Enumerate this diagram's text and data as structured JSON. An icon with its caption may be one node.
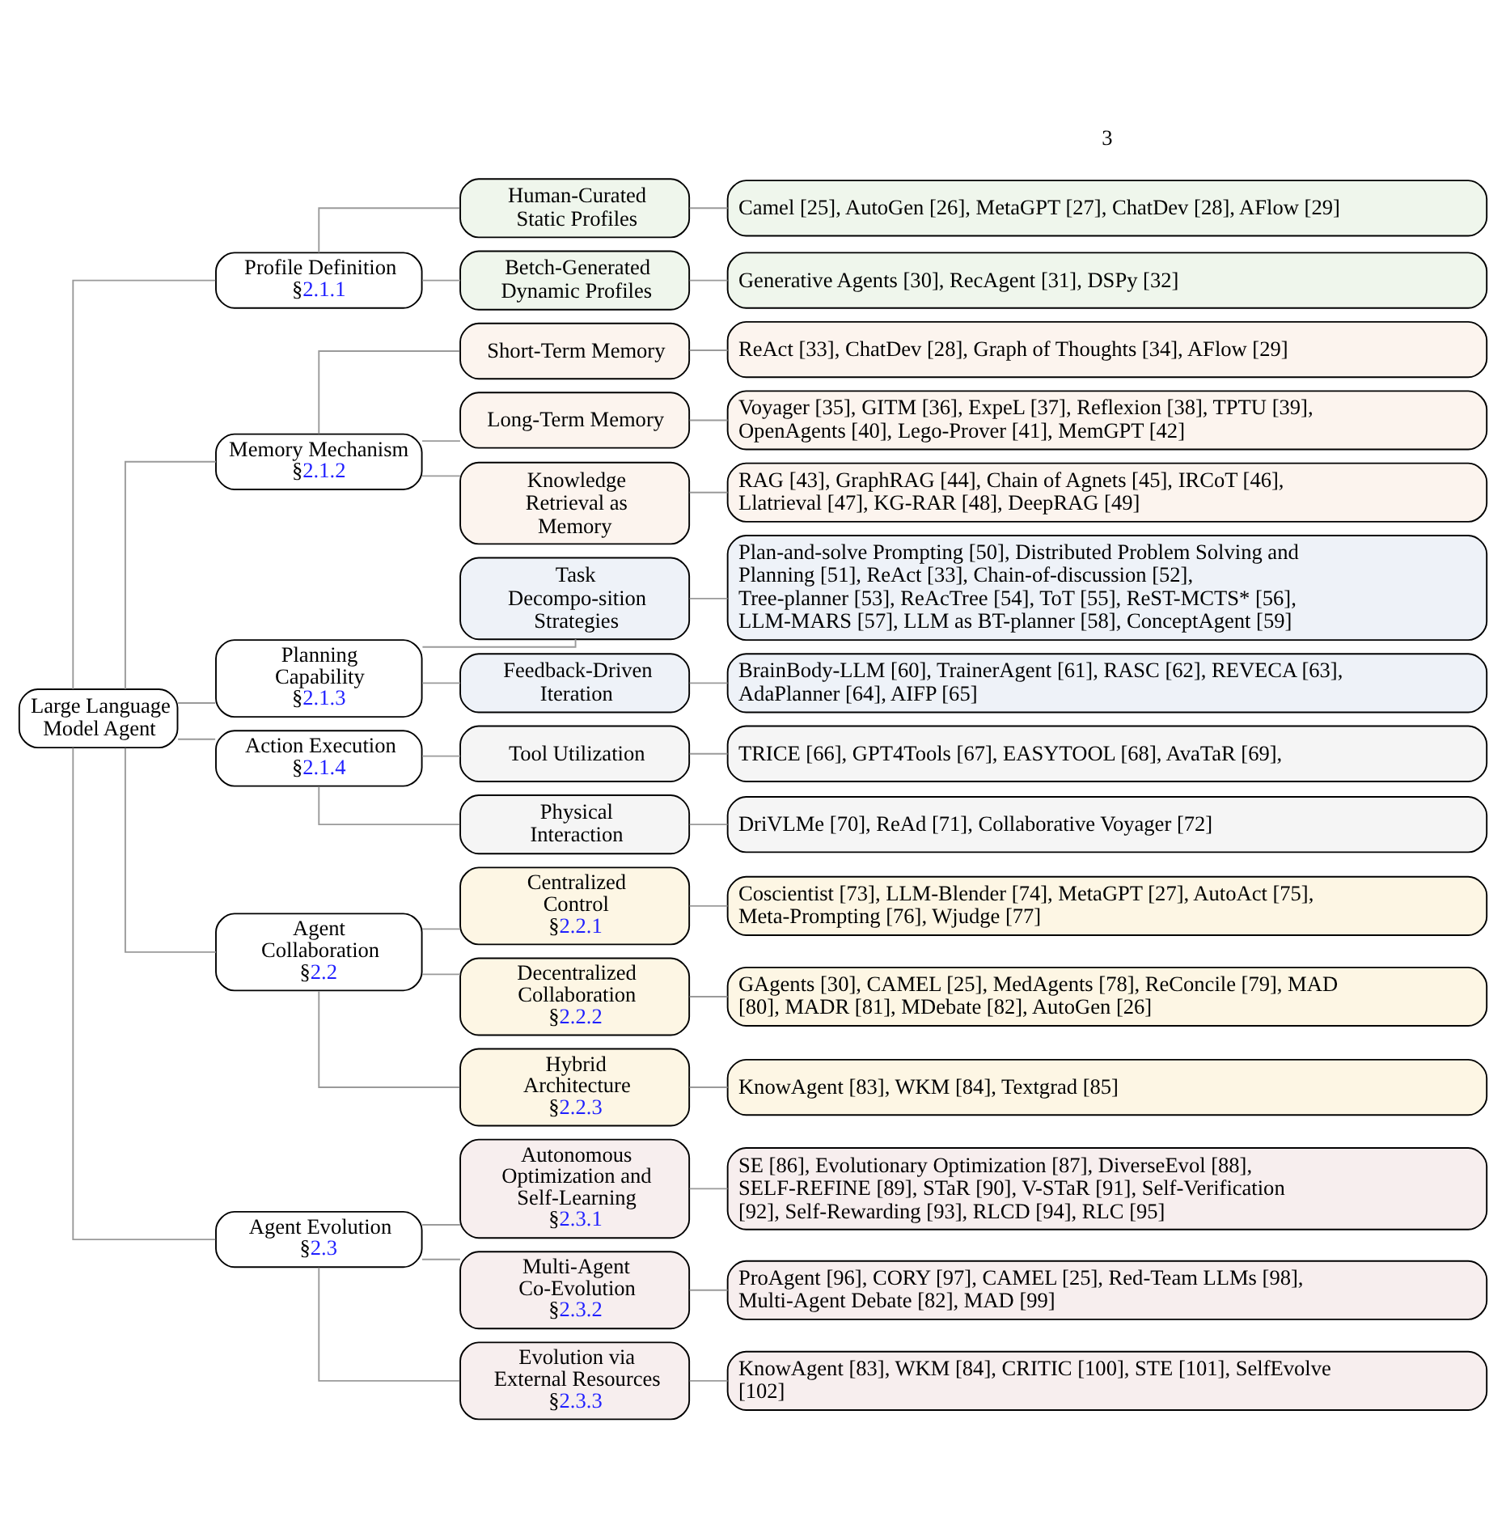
{
  "diagram": {
    "nodes": [
      {
        "text": [
          "Large Language Model Agent"
        ]
      },
      {
        "text": [
          "Profile Definition",
          "§2.1.1"
        ]
      },
      {
        "text": [
          "Human-Curated Static Profiles"
        ]
      },
      {
        "text": [
          "Camel [25], AutoGen [26], MetaGPT [27], ChatDev [28], AFlow [29]"
        ]
      },
      {
        "text": [
          "Betch-Generated Dynamic Profiles"
        ]
      },
      {
        "text": [
          "Generative Agents [30], RecAgent [31], DSPy [32]"
        ]
      },
      {
        "text": [
          "Memory Mechanism",
          "§2.1.2"
        ]
      },
      {
        "text": [
          "Short-Term Memory"
        ]
      },
      {
        "text": [
          "ReAct [33], ChatDev [28], Graph of Thoughts [34], AFlow [29]"
        ]
      },
      {
        "text": [
          "Long-Term Memory"
        ]
      },
      {
        "text": [
          "Voyager [35], GITM [36], ExpeL [37], Reflexion [38], TPTU [39], OpenAgents [40], Lego-Prover [41], MemGPT [42]"
        ]
      },
      {
        "text": [
          "Knowledge Retrieval as Memory"
        ]
      },
      {
        "text": [
          "RAG [43], GraphRAG [44], Chain of Agnets [45], IRCoT [46], Llatrieval [47], KG-RAR [48], DeepRAG [49]"
        ]
      },
      {
        "text": [
          "Planning Capability",
          "§2.1.3"
        ]
      },
      {
        "text": [
          "Task Decompo-sition Strategies"
        ]
      },
      {
        "text": [
          "Plan-and-solve Prompting [50], Distributed Problem Solving and Planning [51], ReAct [33], Chain-of-discussion [52], Tree-planner [53], ReAcTree [54], ToT [55], ReST-MCTS* [56], LLM-MARS [57], LLM as BT-planner [58], ConceptAgent [59]"
        ]
      },
      {
        "text": [
          "Feedback-Driven Iteration"
        ]
      },
      {
        "text": [
          "BrainBody-LLM [60], TrainerAgent [61], RASC [62], REVECA [63], AdaPlanner [64], AIFP [65]"
        ]
      },
      {
        "text": [
          "Action Execution",
          "§2.1.4"
        ]
      },
      {
        "text": [
          "Tool Utilization"
        ]
      },
      {
        "text": [
          "TRICE [66], GPT4Tools [67], EASYTOOL [68], AvaTaR [69],"
        ]
      },
      {
        "text": [
          "Physical Interaction"
        ]
      },
      {
        "text": [
          "DriVLMe [70], ReAd [71], Collaborative Voyager [72]"
        ]
      },
      {
        "text": [
          "Agent Collaboration",
          "§2.2"
        ]
      },
      {
        "text": [
          "Centralized Control",
          "§2.2.1"
        ]
      },
      {
        "text": [
          "Coscientist [73], LLM-Blender [74], MetaGPT [27], AutoAct [75], Meta-Prompting [76], Wjudge [77]"
        ]
      },
      {
        "text": [
          "Decentralized Collaboration",
          "§2.2.2"
        ]
      },
      {
        "text": [
          "GAgents [30], CAMEL [25], MedAgents [78], ReConcile [79], MAD [80], MADR [81], MDebate [82], AutoGen [26]"
        ]
      },
      {
        "text": [
          "Hybrid Architecture",
          "§2.2.3"
        ]
      },
      {
        "text": [
          "KnowAgent [83], WKM [84], Textgrad [85]"
        ]
      },
      {
        "text": [
          "Agent Evolution",
          "§2.3"
        ]
      },
      {
        "text": [
          "Autonomous Optimization and Self-Learning",
          "§2.3.1"
        ]
      },
      {
        "text": [
          "SE [86], Evolutionary Optimization [87], DiverseEvol [88], SELF-REFINE [89], STaR [90], V-STaR [91], Self-Verification [92], Self-Rewarding [93], RLCD [94], RLC [95]"
        ]
      },
      {
        "text": [
          "Multi-Agent Co-Evolution",
          "§2.3.2"
        ]
      },
      {
        "text": [
          "ProAgent [96], CORY [97], CAMEL [25], Red-Team LLMs [98], Multi-Agent Debate [82], MAD [99]"
        ]
      },
      {
        "text": [
          "Evolution via External Resources",
          "§2.3.3"
        ]
      },
      {
        "text": [
          "KnowAgent [83], WKM [84], CRITIC [100], STE [101], SelfEvolve [102]"
        ]
      }
    ],
    "edges": [
      {
        "from": 0,
        "to": 1,
        "arrow": "none"
      },
      {
        "from": 0,
        "to": 6,
        "arrow": "none"
      },
      {
        "from": 0,
        "to": 13,
        "arrow": "none"
      },
      {
        "from": 0,
        "to": 18,
        "arrow": "none"
      },
      {
        "from": 0,
        "to": 23,
        "arrow": "none"
      },
      {
        "from": 0,
        "to": 30,
        "arrow": "none"
      },
      {
        "from": 1,
        "to": 2,
        "arrow": "none"
      },
      {
        "from": 2,
        "to": 3,
        "arrow": "none"
      },
      {
        "from": 1,
        "to": 4,
        "arrow": "none"
      },
      {
        "from": 4,
        "to": 5,
        "arrow": "none"
      },
      {
        "from": 6,
        "to": 7,
        "arrow": "none"
      },
      {
        "from": 7,
        "to": 8,
        "arrow": "none"
      },
      {
        "from": 6,
        "to": 9,
        "arrow": "none"
      },
      {
        "from": 9,
        "to": 10,
        "arrow": "none"
      },
      {
        "from": 6,
        "to": 11,
        "arrow": "none"
      },
      {
        "from": 11,
        "to": 12,
        "arrow": "none"
      },
      {
        "from": 13,
        "to": 14,
        "arrow": "none"
      },
      {
        "from": 14,
        "to": 15,
        "arrow": "none"
      },
      {
        "from": 13,
        "to": 16,
        "arrow": "none"
      },
      {
        "from": 16,
        "to": 17,
        "arrow": "none"
      },
      {
        "from": 18,
        "to": 19,
        "arrow": "none"
      },
      {
        "from": 19,
        "to": 20,
        "arrow": "none"
      },
      {
        "from": 18,
        "to": 21,
        "arrow": "none"
      },
      {
        "from": 21,
        "to": 22,
        "arrow": "none"
      },
      {
        "from": 23,
        "to": 24,
        "arrow": "none"
      },
      {
        "from": 24,
        "to": 25,
        "arrow": "none"
      },
      {
        "from": 23,
        "to": 26,
        "arrow": "none"
      },
      {
        "from": 26,
        "to": 27,
        "arrow": "none"
      },
      {
        "from": 23,
        "to": 28,
        "arrow": "none"
      },
      {
        "from": 28,
        "to": 29,
        "arrow": "none"
      },
      {
        "from": 30,
        "to": 31,
        "arrow": "none"
      },
      {
        "from": 31,
        "to": 32,
        "arrow": "none"
      },
      {
        "from": 30,
        "to": 33,
        "arrow": "none"
      },
      {
        "from": 33,
        "to": 34,
        "arrow": "none"
      },
      {
        "from": 30,
        "to": 35,
        "arrow": "none"
      },
      {
        "from": 35,
        "to": 36,
        "arrow": "none"
      }
    ],
    "labels": [
      "3"
    ]
  }
}
